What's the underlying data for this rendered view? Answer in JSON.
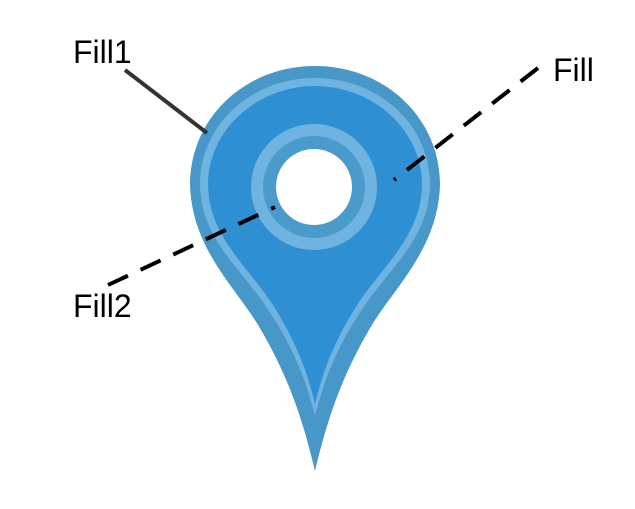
{
  "diagram": {
    "labels": {
      "fill1": "Fill1",
      "fill": "Fill",
      "fill2": "Fill2"
    },
    "icon": "map-pin-icon",
    "colors": {
      "outer_fill": "#4797c9",
      "outer_stroke": "#4a9bcc",
      "inner_rim": "#6fb3e0",
      "body_fill": "#2e90d3",
      "ring": "#6fb3e0",
      "ring_inner": "#4a9bcc",
      "hole": "#ffffff",
      "leader_solid": "#333333",
      "leader_dashed": "#000000"
    }
  }
}
